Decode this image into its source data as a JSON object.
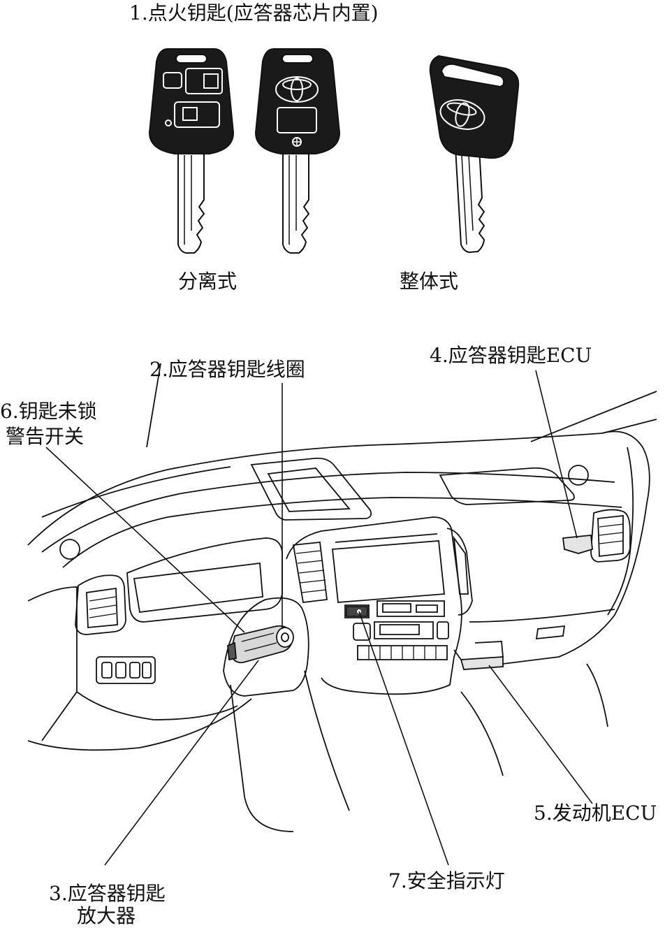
{
  "keys": {
    "title": "1.点火钥匙(应答器芯片内置)",
    "split_type_label": "分离式",
    "integrated_type_label": "整体式"
  },
  "callouts": {
    "coil": "2.应答器钥匙线圈",
    "amplifier_line1": "3.应答器钥匙",
    "amplifier_line2": "放大器",
    "key_ecu": "4.应答器钥匙ECU",
    "engine_ecu": "5.发动机ECU",
    "warning_switch_line1": "6.钥匙未锁",
    "warning_switch_line2": "警告开关",
    "indicator": "7.安全指示灯"
  },
  "colors": {
    "line": "#111111",
    "key_body": "#1a1a1a",
    "background": "#ffffff"
  }
}
